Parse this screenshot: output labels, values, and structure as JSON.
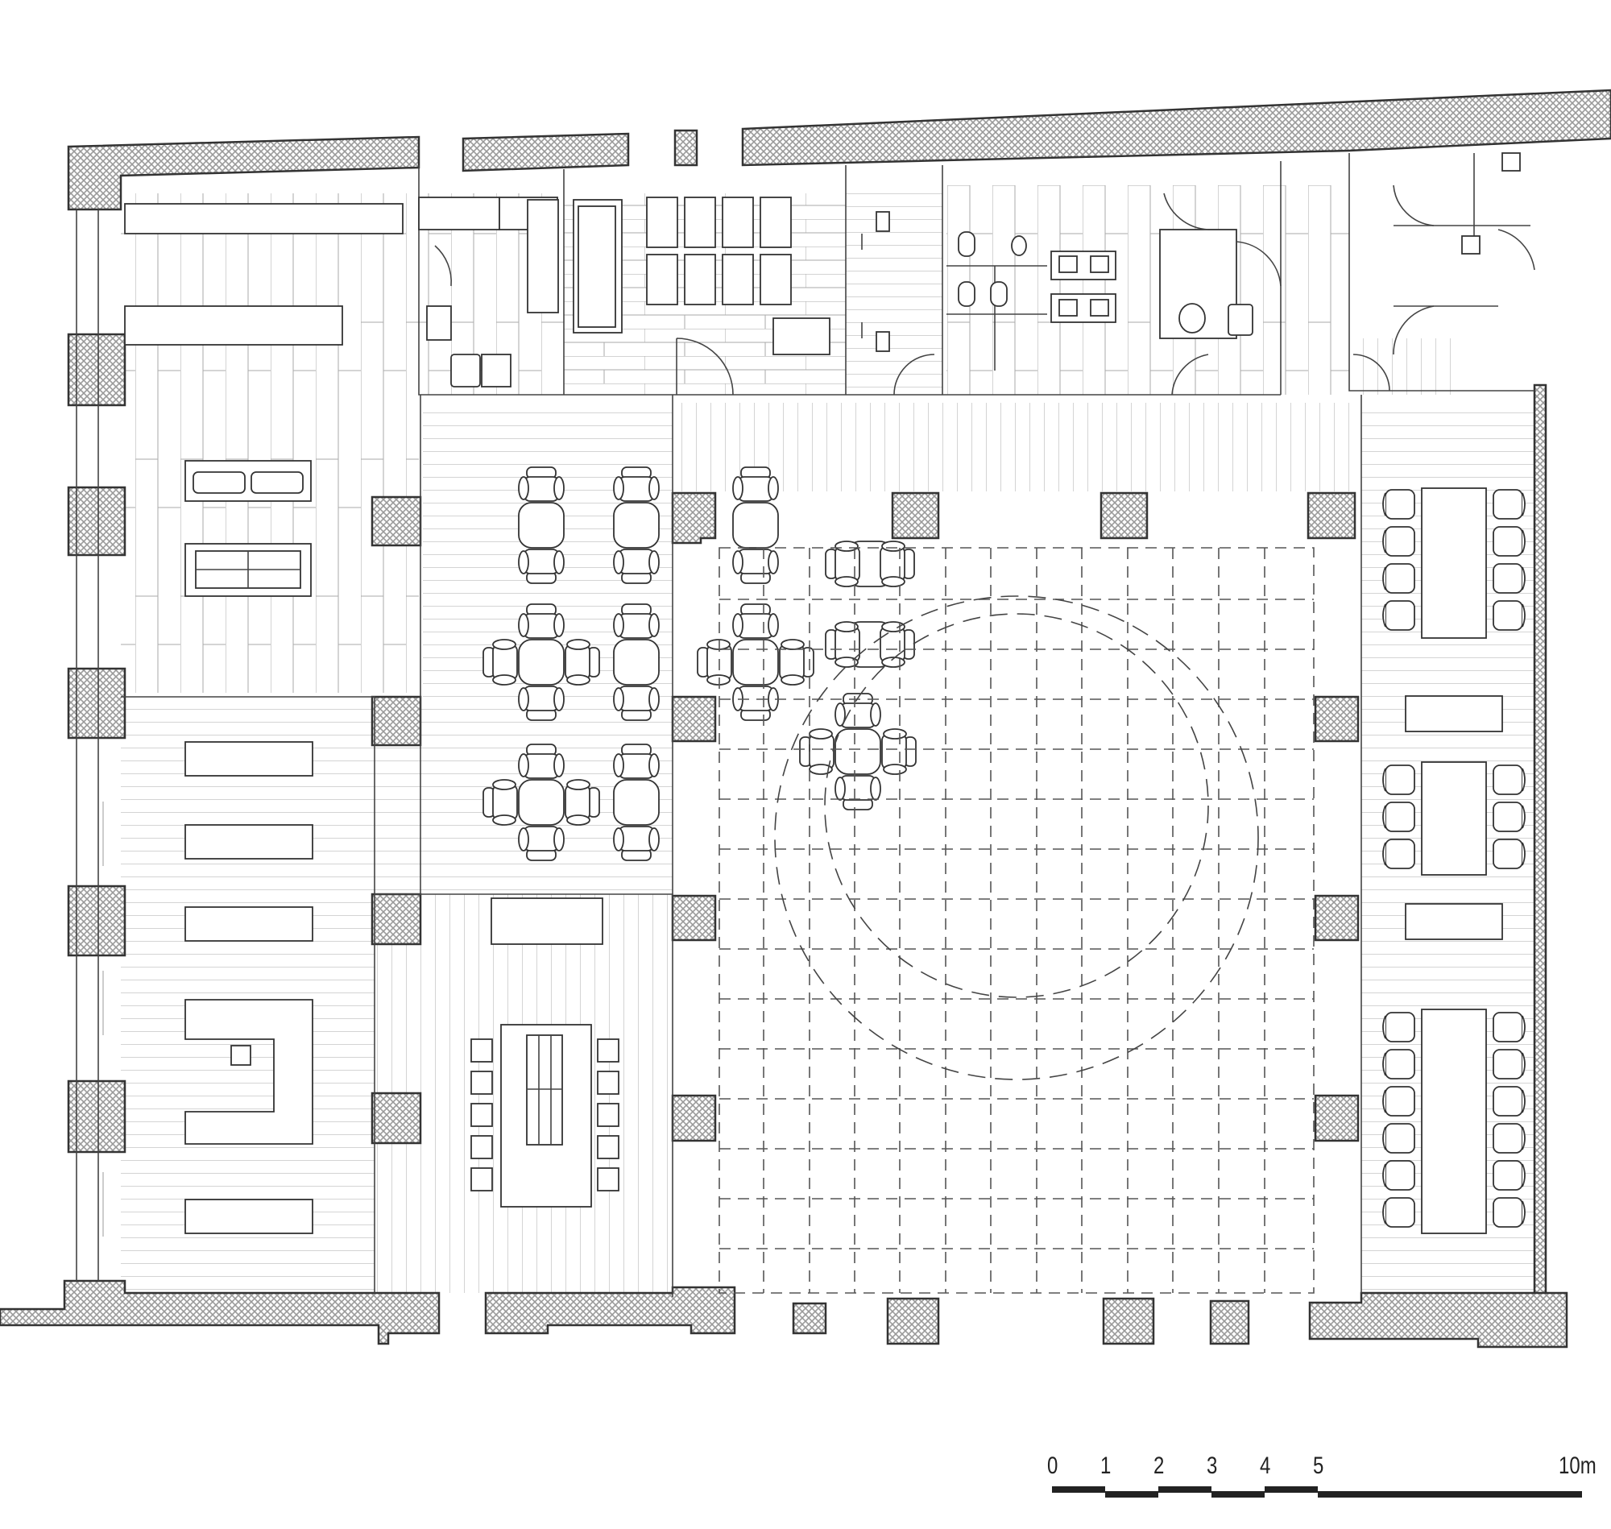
{
  "drawing": {
    "type": "architectural floor plan",
    "wall_hatch_color": "#b5b5b5",
    "line_color": "#333333"
  },
  "scale_bar": {
    "labels": [
      "0",
      "1",
      "2",
      "3",
      "4",
      "5",
      "10m"
    ],
    "unit": "m"
  },
  "zones": [
    {
      "id": "lounge",
      "furniture": [
        "sofa",
        "sofa",
        "bench",
        "bench"
      ]
    },
    {
      "id": "kitchen",
      "furniture": [
        "counter",
        "sink"
      ]
    },
    {
      "id": "lockers",
      "furniture": [
        "locker-bank-8",
        "table"
      ]
    },
    {
      "id": "restrooms",
      "furniture": [
        "toilet",
        "toilet",
        "toilet",
        "urinal",
        "sink",
        "sink",
        "sink",
        "sink",
        "accessible-wc"
      ]
    },
    {
      "id": "cafe",
      "furniture": [
        "table-4x6"
      ]
    },
    {
      "id": "event-hall",
      "furniture": [
        "dashed-grid",
        "circular-ceiling"
      ]
    },
    {
      "id": "meeting-room",
      "furniture": [
        "conference-table-10"
      ]
    },
    {
      "id": "workstations-west",
      "furniture": [
        "desk",
        "desk",
        "desk",
        "reception-desk",
        "desk"
      ]
    },
    {
      "id": "workstations-east",
      "furniture": [
        "table-8",
        "table-6",
        "table-12",
        "bench",
        "bench"
      ]
    }
  ]
}
